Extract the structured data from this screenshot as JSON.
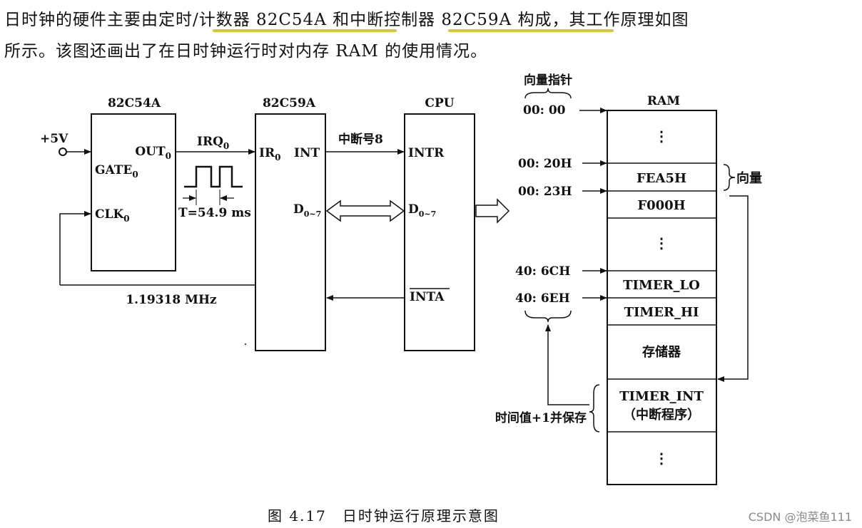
{
  "paragraph": {
    "line1": "日时钟的硬件主要由定时/计数器 82C54A 和中断控制器 82C59A 构成，其工作原理如图",
    "line2": "所示。该图还画出了在日时钟运行时对内存 RAM 的使用情况。"
  },
  "highlight_color": "#d8c530",
  "diagram": {
    "c54": {
      "title": "82C54A",
      "out": "OUT",
      "out_sub": "0",
      "gate": "GATE",
      "gate_sub": "0",
      "clk": "CLK",
      "clk_sub": "0",
      "power": "+5V",
      "freq": "1.19318 MHz"
    },
    "irq": {
      "label": "IRQ",
      "sub": "0"
    },
    "period": "T=54.9 ms",
    "c59": {
      "title": "82C59A",
      "ir": "IR",
      "ir_sub": "0",
      "int": "INT",
      "data": "D",
      "data_sub": "0~7"
    },
    "int_number": "中断号8",
    "cpu": {
      "title": "CPU",
      "intr": "INTR",
      "data": "D",
      "data_sub": "0~7",
      "inta": "INTA"
    },
    "vector_pointer": "向量指针",
    "vector": "向量",
    "ram": {
      "title": "RAM",
      "cells": [
        "⋮",
        "FEA5H",
        "F000H",
        "⋮",
        "TIMER_LO",
        "TIMER_HI",
        "存储器",
        "TIMER_INT",
        "（中断程序）",
        "⋮"
      ]
    },
    "addresses": [
      "00: 00",
      "00: 20H",
      "00: 23H",
      "40: 6CH",
      "40: 6EH"
    ],
    "time_update": "时间值+1并保存"
  },
  "caption": "图 4.17　日时钟运行原理示意图",
  "watermark": "CSDN @泡菜鱼111"
}
